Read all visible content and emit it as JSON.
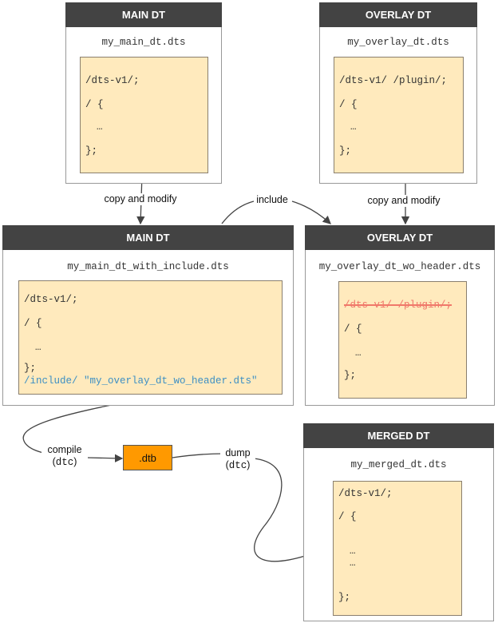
{
  "main_dt": {
    "title": "MAIN DT",
    "filename": "my_main_dt.dts",
    "lines": [
      "/dts-v1/;",
      "/ {",
      "…",
      "};"
    ]
  },
  "overlay_dt": {
    "title": "OVERLAY DT",
    "filename": "my_overlay_dt.dts",
    "lines": [
      "/dts-v1/ /plugin/;",
      "/ {",
      "…",
      "};"
    ]
  },
  "main_dt_include": {
    "title": "MAIN DT",
    "filename": "my_main_dt_with_include.dts",
    "lines": [
      "/dts-v1/;",
      "/ {",
      "…",
      "};"
    ],
    "include_line": "/include/ \"my_overlay_dt_wo_header.dts\""
  },
  "overlay_dt_wo_header": {
    "title": "OVERLAY DT",
    "filename": "my_overlay_dt_wo_header.dts",
    "struck_line": "/dts-v1/ /plugin/;",
    "lines": [
      "/ {",
      "…",
      "};"
    ]
  },
  "merged_dt": {
    "title": "MERGED DT",
    "filename": "my_merged_dt.dts",
    "lines": [
      "/dts-v1/;",
      "/ {",
      "…",
      "…",
      "};"
    ]
  },
  "dtb": {
    "label": ".dtb",
    "color": "#ff9900"
  },
  "edges": {
    "copy_modify_1": "copy and modify",
    "copy_modify_2": "copy and modify",
    "include": "include",
    "compile": "compile",
    "compile_tool": "dtc",
    "dump": "dump",
    "dump_tool": "dtc"
  },
  "colors": {
    "header": "#434343",
    "code_bg": "#ffeabd",
    "include_text": "#3c8fc4",
    "struck": "#f0786a"
  }
}
